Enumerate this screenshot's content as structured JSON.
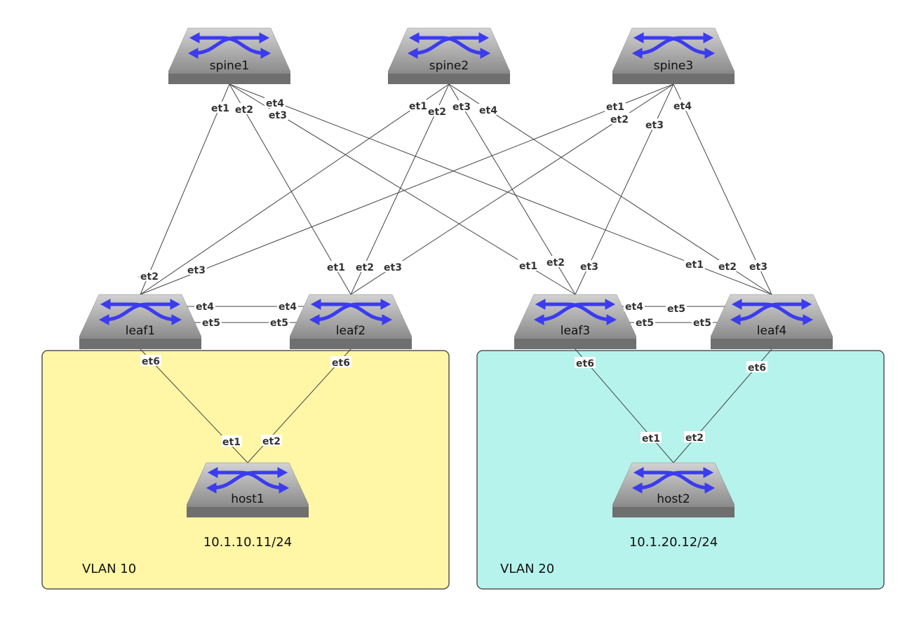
{
  "devices": {
    "spine1": "spine1",
    "spine2": "spine2",
    "spine3": "spine3",
    "leaf1": "leaf1",
    "leaf2": "leaf2",
    "leaf3": "leaf3",
    "leaf4": "leaf4",
    "host1": "host1",
    "host2": "host2"
  },
  "hosts": {
    "host1_ip": "10.1.10.11/24",
    "host2_ip": "10.1.20.12/24"
  },
  "zones": {
    "vlan10": {
      "label": "VLAN 10",
      "color": "#fff6a6"
    },
    "vlan20": {
      "label": "VLAN 20",
      "color": "#b6f3ec"
    }
  },
  "colors": {
    "switch_arrows": "#3b3bf0",
    "switch_body": "#a7a7a7"
  },
  "links": [
    {
      "a": "spine1",
      "a_port": "et1",
      "b": "leaf1",
      "b_port": "et1"
    },
    {
      "a": "spine1",
      "a_port": "et2",
      "b": "leaf2",
      "b_port": "et1"
    },
    {
      "a": "spine1",
      "a_port": "et3",
      "b": "leaf3",
      "b_port": "et1"
    },
    {
      "a": "spine1",
      "a_port": "et4",
      "b": "leaf4",
      "b_port": "et1"
    },
    {
      "a": "spine2",
      "a_port": "et1",
      "b": "leaf1",
      "b_port": "et2"
    },
    {
      "a": "spine2",
      "a_port": "et2",
      "b": "leaf2",
      "b_port": "et2"
    },
    {
      "a": "spine2",
      "a_port": "et3",
      "b": "leaf3",
      "b_port": "et2"
    },
    {
      "a": "spine2",
      "a_port": "et4",
      "b": "leaf4",
      "b_port": "et2"
    },
    {
      "a": "spine3",
      "a_port": "et1",
      "b": "leaf1",
      "b_port": "et3"
    },
    {
      "a": "spine3",
      "a_port": "et2",
      "b": "leaf2",
      "b_port": "et3"
    },
    {
      "a": "spine3",
      "a_port": "et3",
      "b": "leaf3",
      "b_port": "et3"
    },
    {
      "a": "spine3",
      "a_port": "et4",
      "b": "leaf4",
      "b_port": "et3"
    },
    {
      "a": "leaf1",
      "a_port": "et4",
      "b": "leaf2",
      "b_port": "et4"
    },
    {
      "a": "leaf1",
      "a_port": "et5",
      "b": "leaf2",
      "b_port": "et5"
    },
    {
      "a": "leaf3",
      "a_port": "et4",
      "b": "leaf4",
      "b_port": "et5"
    },
    {
      "a": "leaf3",
      "a_port": "et5",
      "b": "leaf4",
      "b_port": "et5"
    },
    {
      "a": "leaf1",
      "a_port": "et6",
      "b": "host1",
      "b_port": "et1"
    },
    {
      "a": "leaf2",
      "a_port": "et6",
      "b": "host1",
      "b_port": "et2"
    },
    {
      "a": "leaf3",
      "a_port": "et6",
      "b": "host2",
      "b_port": "et1"
    },
    {
      "a": "leaf4",
      "a_port": "et6",
      "b": "host2",
      "b_port": "et2"
    }
  ]
}
